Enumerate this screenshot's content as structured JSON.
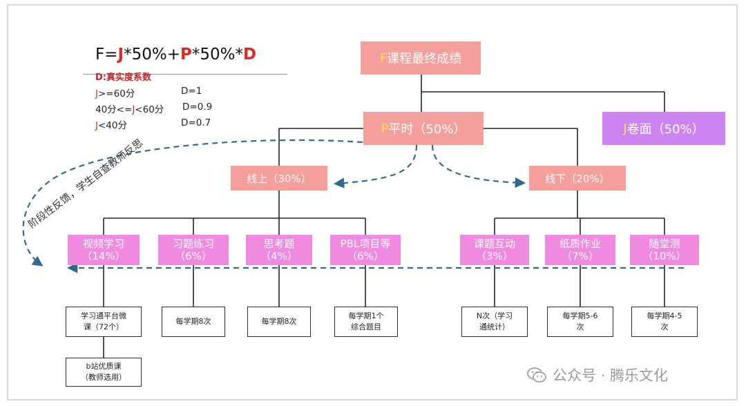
{
  "formula": {
    "F": "F",
    "eq": "=",
    "J": "J",
    "p1": "*50%+",
    "P": "P",
    "p2": "*50%*",
    "D": "D"
  },
  "legend": {
    "title": "D:真实度系数",
    "rows": [
      {
        "var": "J",
        "cond": ">=60分",
        "d": "D=1"
      },
      {
        "pre": "40分<=",
        "var": "J",
        "cond": "<60分",
        "d": "D=0.9"
      },
      {
        "var": "J",
        "cond": "<40分",
        "d": "D=0.7"
      }
    ]
  },
  "nodes": {
    "root": {
      "letter": "F",
      "text": "课程最终成绩"
    },
    "p": {
      "letter": "P",
      "text": "平时（50%）"
    },
    "j": {
      "letter": "J",
      "text": "卷面（50%）"
    },
    "online": "线上（30%）",
    "offline": "线下（20%）",
    "items": [
      {
        "name": "视频学习",
        "pct": "（14%）"
      },
      {
        "name": "习题练习",
        "pct": "（6%）"
      },
      {
        "name": "思考题",
        "pct": "（4%）"
      },
      {
        "name": "PBL项目等",
        "pct": "（6%）"
      },
      {
        "name": "课题互动",
        "pct": "（3%）"
      },
      {
        "name": "纸质作业",
        "pct": "（7%）"
      },
      {
        "name": "随堂测",
        "pct": "（10%）"
      }
    ],
    "leaves": [
      [
        "学习通平台微",
        "课（72个）"
      ],
      [
        "每学期8次"
      ],
      [
        "每学期8次"
      ],
      [
        "每学期1个",
        "综合题目"
      ],
      [
        "N次（学习",
        "通统计）"
      ],
      [
        "每学期5-6",
        "次"
      ],
      [
        "每学期4-5",
        "次"
      ]
    ],
    "extra_leaf": [
      "b站优质课",
      "（教师选用）"
    ]
  },
  "feedback_label": "阶段性反馈，学生自查教师反思",
  "watermark": "公众号 · 腾乐文化",
  "colors": {
    "salmon": "#f59f9c",
    "magenta": "#f08ae0",
    "purple": "#cc85f0",
    "red": "#e02a20",
    "letter_yellow": "#ffe14a",
    "dash": "#2f6a8a"
  }
}
